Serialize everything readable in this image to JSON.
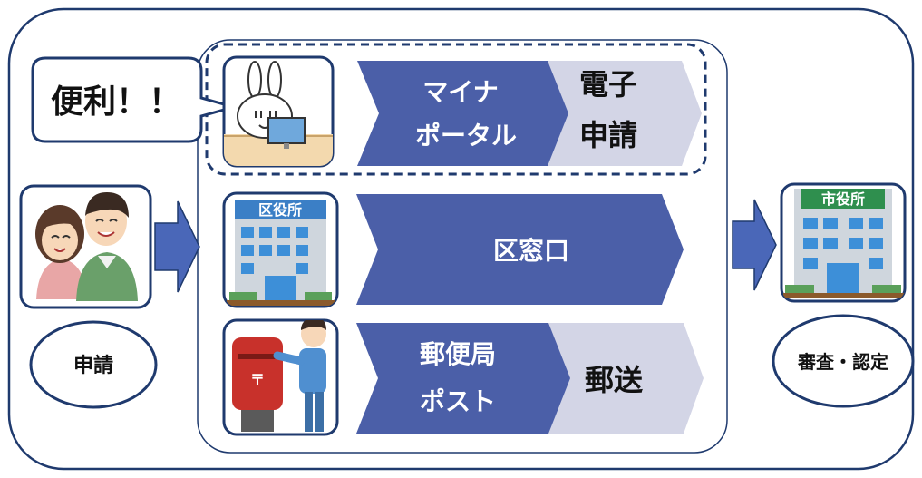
{
  "applicant_label": "申請",
  "speech_bubble": "便利！！",
  "routes": [
    {
      "left_line1": "マイナ",
      "left_line2": "ポータル",
      "right_line1": "電子",
      "right_line2": "申請"
    },
    {
      "label": "区窓口"
    },
    {
      "left_line1": "郵便局",
      "left_line2": "ポスト",
      "right_label": "郵送"
    }
  ],
  "ward_office_sign": "区役所",
  "city_office_sign": "市役所",
  "review_label": "審査・認定",
  "colors": {
    "navy": "#1f3a6e",
    "arrow_blue": "#4b5fa8",
    "chevron_light": "#d3d5e6",
    "flow_arrow": "#4a67b8",
    "building_sign_blue": "#3b7fc6",
    "building_sign_green": "#2f8f4e",
    "post_red": "#c8312b"
  },
  "icons": [
    "rabbit-mascot-icon",
    "family-icon",
    "ward-office-building-icon",
    "city-office-building-icon",
    "postbox-person-icon"
  ]
}
